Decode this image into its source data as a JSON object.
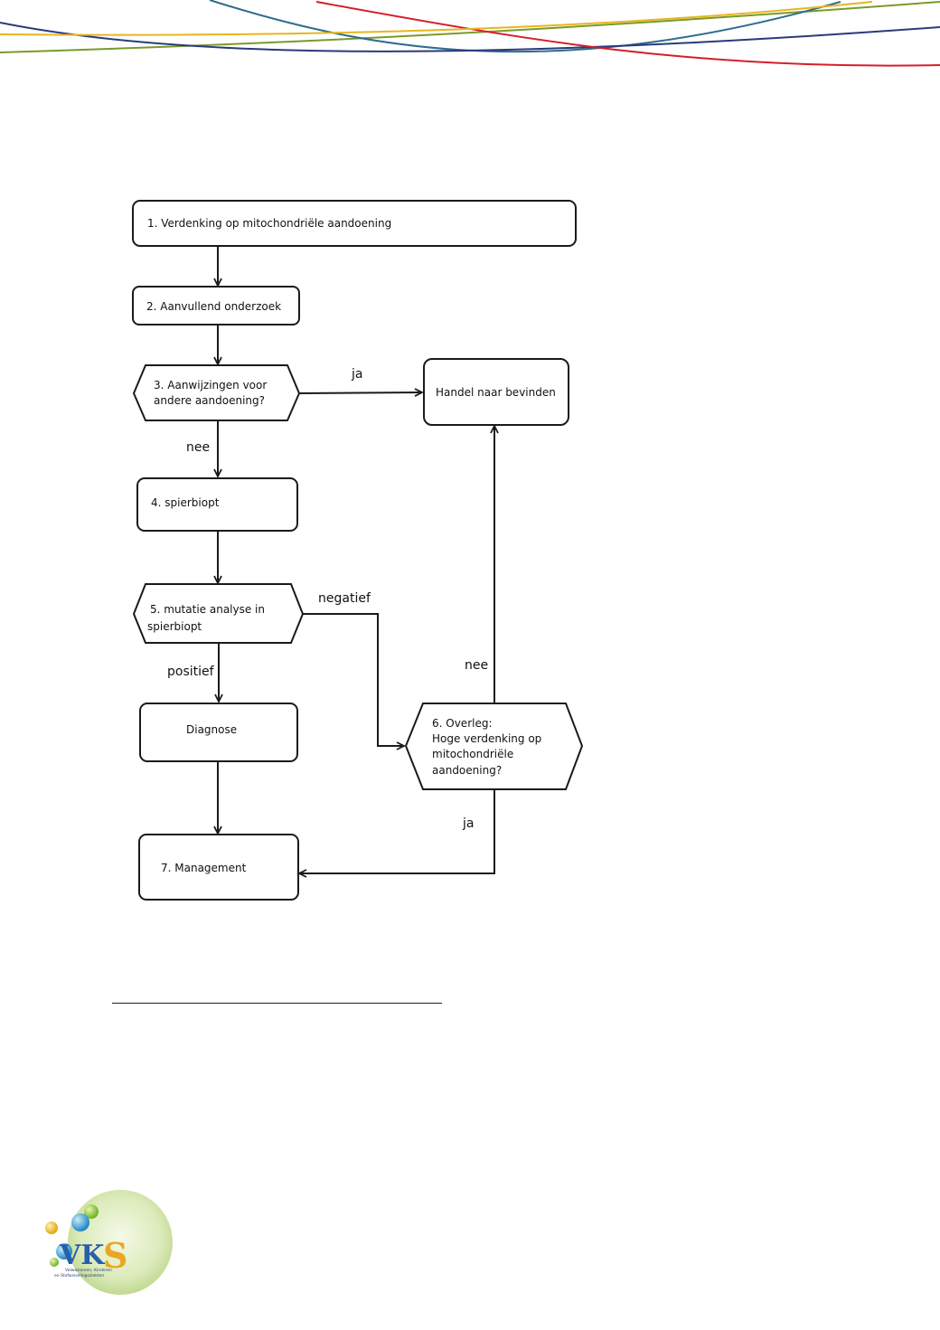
{
  "header_lines": {
    "colors": [
      "#7a9a2a",
      "#2e6d8a",
      "#2a3a7c",
      "#d41f2a",
      "#e8b520"
    ]
  },
  "flowchart": {
    "nodes": {
      "n1": "1. Verdenking op mitochondriële aandoening",
      "n2": "2. Aanvullend onderzoek",
      "n3": [
        "3. Aanwijzingen voor",
        "andere aandoening?"
      ],
      "handel": "Handel naar bevinden",
      "n4": "4. spierbiopt",
      "n5": [
        "5. mutatie analyse in",
        "spierbiopt"
      ],
      "diagnose": "Diagnose",
      "n6": [
        "6. Overleg:",
        "Hoge verdenking op",
        "mitochondriële",
        "aandoening?"
      ],
      "n7": "7. Management"
    },
    "edge_labels": {
      "n3_yes": "ja",
      "n3_no": "nee",
      "n5_neg": "negatief",
      "n5_pos": "positief",
      "n6_no": "nee",
      "n6_yes": "ja"
    }
  },
  "logo": {
    "alt_name": "VKS",
    "tagline": [
      "Volwassenen, Kinderen",
      "en Stofwisselingsziekten"
    ],
    "colors": {
      "v": "#2a5ea8",
      "k": "#2a5ea8",
      "s": "#e8a823",
      "halo": "#cfe3a8"
    }
  }
}
